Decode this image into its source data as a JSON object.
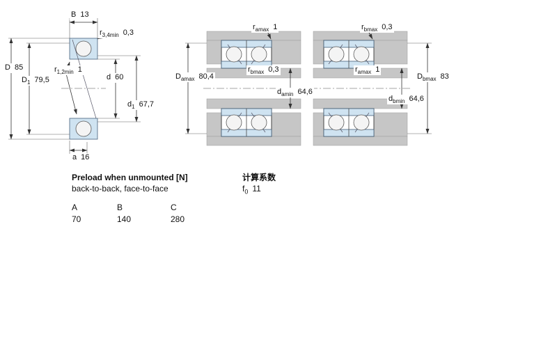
{
  "colors": {
    "ring_fill": "#cfe3f1",
    "steel_gray": "#c6c6c6",
    "ball_fill": "#f4f4f4"
  },
  "section_view": {
    "dims": {
      "B": {
        "base": "B",
        "sub": "",
        "value": "13"
      },
      "r34": {
        "base": "r",
        "sub": "3,4min",
        "value": "0,3"
      },
      "D": {
        "base": "D",
        "sub": "",
        "value": "85"
      },
      "D1": {
        "base": "D",
        "sub": "1",
        "value": "79,5"
      },
      "r12": {
        "base": "r",
        "sub": "1,2min",
        "value": "1"
      },
      "d": {
        "base": "d",
        "sub": "",
        "value": "60"
      },
      "d1": {
        "base": "d",
        "sub": "1",
        "value": "67,7"
      },
      "a": {
        "base": "a",
        "sub": "",
        "value": "16"
      }
    }
  },
  "back_to_back_view": {
    "dims": {
      "ra": {
        "base": "r",
        "sub": "amax",
        "value": "1"
      },
      "Da": {
        "base": "D",
        "sub": "amax",
        "value": "80,4"
      },
      "rb": {
        "base": "r",
        "sub": "bmax",
        "value": "0,3"
      },
      "da": {
        "base": "d",
        "sub": "amin",
        "value": "64,6"
      }
    }
  },
  "face_to_face_view": {
    "dims": {
      "rb": {
        "base": "r",
        "sub": "bmax",
        "value": "0,3"
      },
      "ra": {
        "base": "r",
        "sub": "amax",
        "value": "1"
      },
      "Db": {
        "base": "D",
        "sub": "bmax",
        "value": "83"
      },
      "db": {
        "base": "d",
        "sub": "bmin",
        "value": "64,6"
      }
    }
  },
  "preload_table": {
    "title": "Preload when unmounted [N]",
    "subtitle": "back-to-back, face-to-face",
    "columns": [
      {
        "header": "A",
        "value": "70"
      },
      {
        "header": "B",
        "value": "140"
      },
      {
        "header": "C",
        "value": "280"
      }
    ]
  },
  "calculation_factors": {
    "title": "计算系数",
    "f0": {
      "base": "f",
      "sub": "0",
      "value": "11"
    }
  }
}
